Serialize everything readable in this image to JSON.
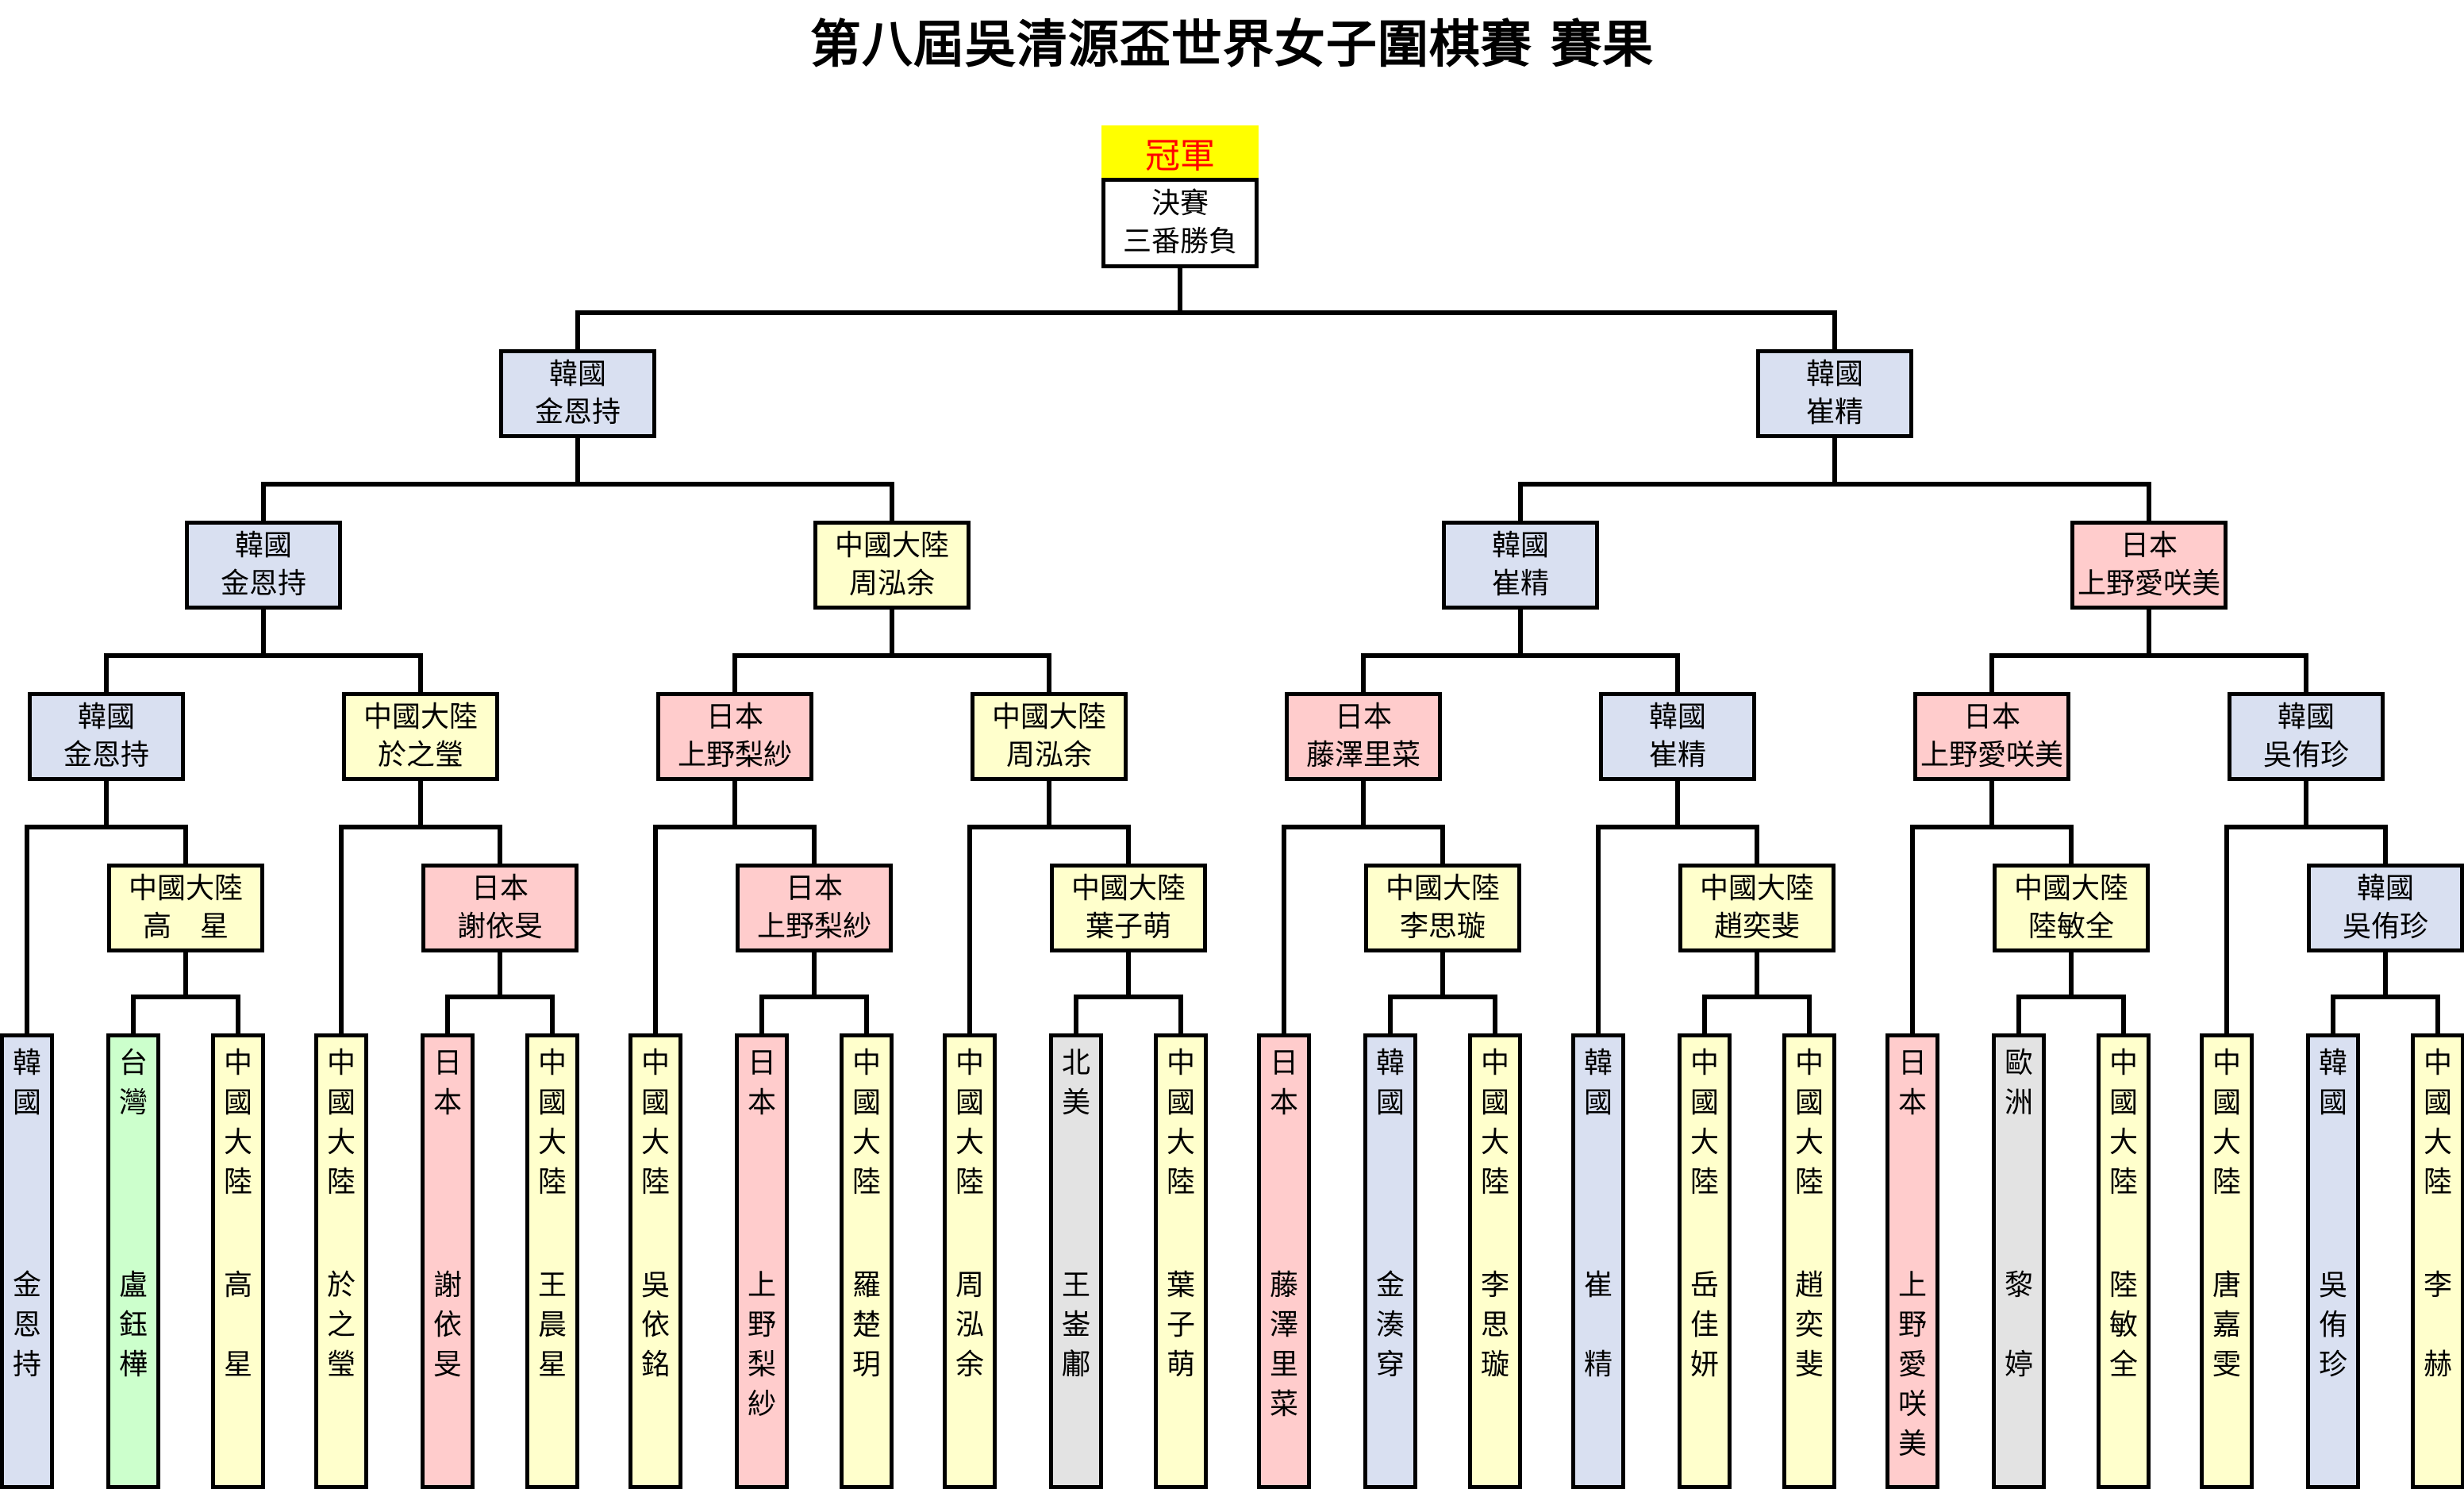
{
  "title": "第八屆吳清源盃世界女子圍棋賽 賽果",
  "champion_label": "冠軍",
  "final": {
    "line1": "決賽",
    "line2": "三番勝負"
  },
  "colors": {
    "韓國": "#d9e0f1",
    "中國大陸": "#ffffcc",
    "日本": "#ffcccc",
    "台灣": "#ccffcc",
    "北美": "#e3e3e3",
    "歐洲": "#e3e3e3",
    "champion_bg": "#ffff00",
    "champion_text": "#ff0000",
    "final_bg": "#ffffff"
  },
  "semifinal_winners": [
    {
      "region": "韓國",
      "name": "金恩持"
    },
    {
      "region": "韓國",
      "name": "崔精"
    }
  ],
  "quarterfinal_winners": [
    {
      "region": "韓國",
      "name": "金恩持"
    },
    {
      "region": "中國大陸",
      "name": "周泓余"
    },
    {
      "region": "韓國",
      "name": "崔精"
    },
    {
      "region": "日本",
      "name": "上野愛咲美"
    }
  ],
  "round3_winners": [
    {
      "region": "韓國",
      "name": "金恩持"
    },
    {
      "region": "中國大陸",
      "name": "於之瑩"
    },
    {
      "region": "日本",
      "name": "上野梨紗"
    },
    {
      "region": "中國大陸",
      "name": "周泓余"
    },
    {
      "region": "日本",
      "name": "藤澤里菜"
    },
    {
      "region": "韓國",
      "name": "崔精"
    },
    {
      "region": "日本",
      "name": "上野愛咲美"
    },
    {
      "region": "韓國",
      "name": "吳侑珍"
    }
  ],
  "round2_winners": [
    {
      "region": "中國大陸",
      "name": "高　星"
    },
    {
      "region": "日本",
      "name": "謝依旻"
    },
    {
      "region": "日本",
      "name": "上野梨紗"
    },
    {
      "region": "中國大陸",
      "name": "葉子萌"
    },
    {
      "region": "中國大陸",
      "name": "李思璇"
    },
    {
      "region": "中國大陸",
      "name": "趙奕斐"
    },
    {
      "region": "中國大陸",
      "name": "陸敏全"
    },
    {
      "region": "韓國",
      "name": "吳侑珍"
    }
  ],
  "players": [
    {
      "region": "韓國",
      "name": "金恩持"
    },
    {
      "region": "台灣",
      "name": "盧鈺樺"
    },
    {
      "region": "中國大陸",
      "name": "高　星"
    },
    {
      "region": "中國大陸",
      "name": "於之瑩"
    },
    {
      "region": "日本",
      "name": "謝依旻"
    },
    {
      "region": "中國大陸",
      "name": "王晨星"
    },
    {
      "region": "中國大陸",
      "name": "吳依銘"
    },
    {
      "region": "日本",
      "name": "上野梨紗"
    },
    {
      "region": "中國大陸",
      "name": "羅楚玥"
    },
    {
      "region": "中國大陸",
      "name": "周泓余"
    },
    {
      "region": "北美",
      "name": "王崟鄘"
    },
    {
      "region": "中國大陸",
      "name": "葉子萌"
    },
    {
      "region": "日本",
      "name": "藤澤里菜"
    },
    {
      "region": "韓國",
      "name": "金湊穿"
    },
    {
      "region": "中國大陸",
      "name": "李思璇"
    },
    {
      "region": "韓國",
      "name": "崔　精"
    },
    {
      "region": "中國大陸",
      "name": "岳佳妍"
    },
    {
      "region": "中國大陸",
      "name": "趙奕斐"
    },
    {
      "region": "日本",
      "name": "上野愛咲美"
    },
    {
      "region": "歐洲",
      "name": "黎　婷"
    },
    {
      "region": "中國大陸",
      "name": "陸敏全"
    },
    {
      "region": "中國大陸",
      "name": "唐嘉雯"
    },
    {
      "region": "韓國",
      "name": "吳侑珍"
    },
    {
      "region": "中國大陸",
      "name": "李　赫"
    }
  ]
}
